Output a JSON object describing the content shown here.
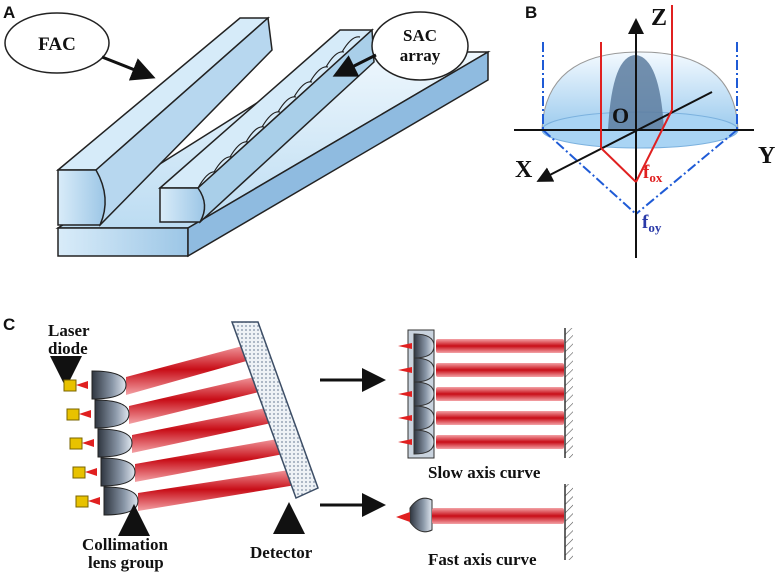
{
  "panels": {
    "a": "A",
    "b": "B",
    "c": "C"
  },
  "panel_a": {
    "fac_label": "FAC",
    "sac_label_line1": "SAC",
    "sac_label_line2": "array"
  },
  "panel_b": {
    "axis_z": "Z",
    "axis_x": "X",
    "axis_y": "Y",
    "origin": "O",
    "fox_main": "f",
    "fox_sub": "ox",
    "foy_main": "f",
    "foy_sub": "oy"
  },
  "panel_c": {
    "laser_line1": "Laser",
    "laser_line2": "diode",
    "collimation_line1": "Collimation",
    "collimation_line2": "lens group",
    "detector": "Detector",
    "slow_axis": "Slow axis curve",
    "fast_axis": "Fast axis curve"
  },
  "colors": {
    "lens_light": "#dbeefa",
    "lens_mid": "#a9cfe9",
    "lens_dark": "#6f9fc7",
    "beam_red": "#d4101a",
    "ray_red": "#e02020",
    "axis_blue": "#1f5bd6",
    "foy_blue": "#2a3aa8"
  }
}
